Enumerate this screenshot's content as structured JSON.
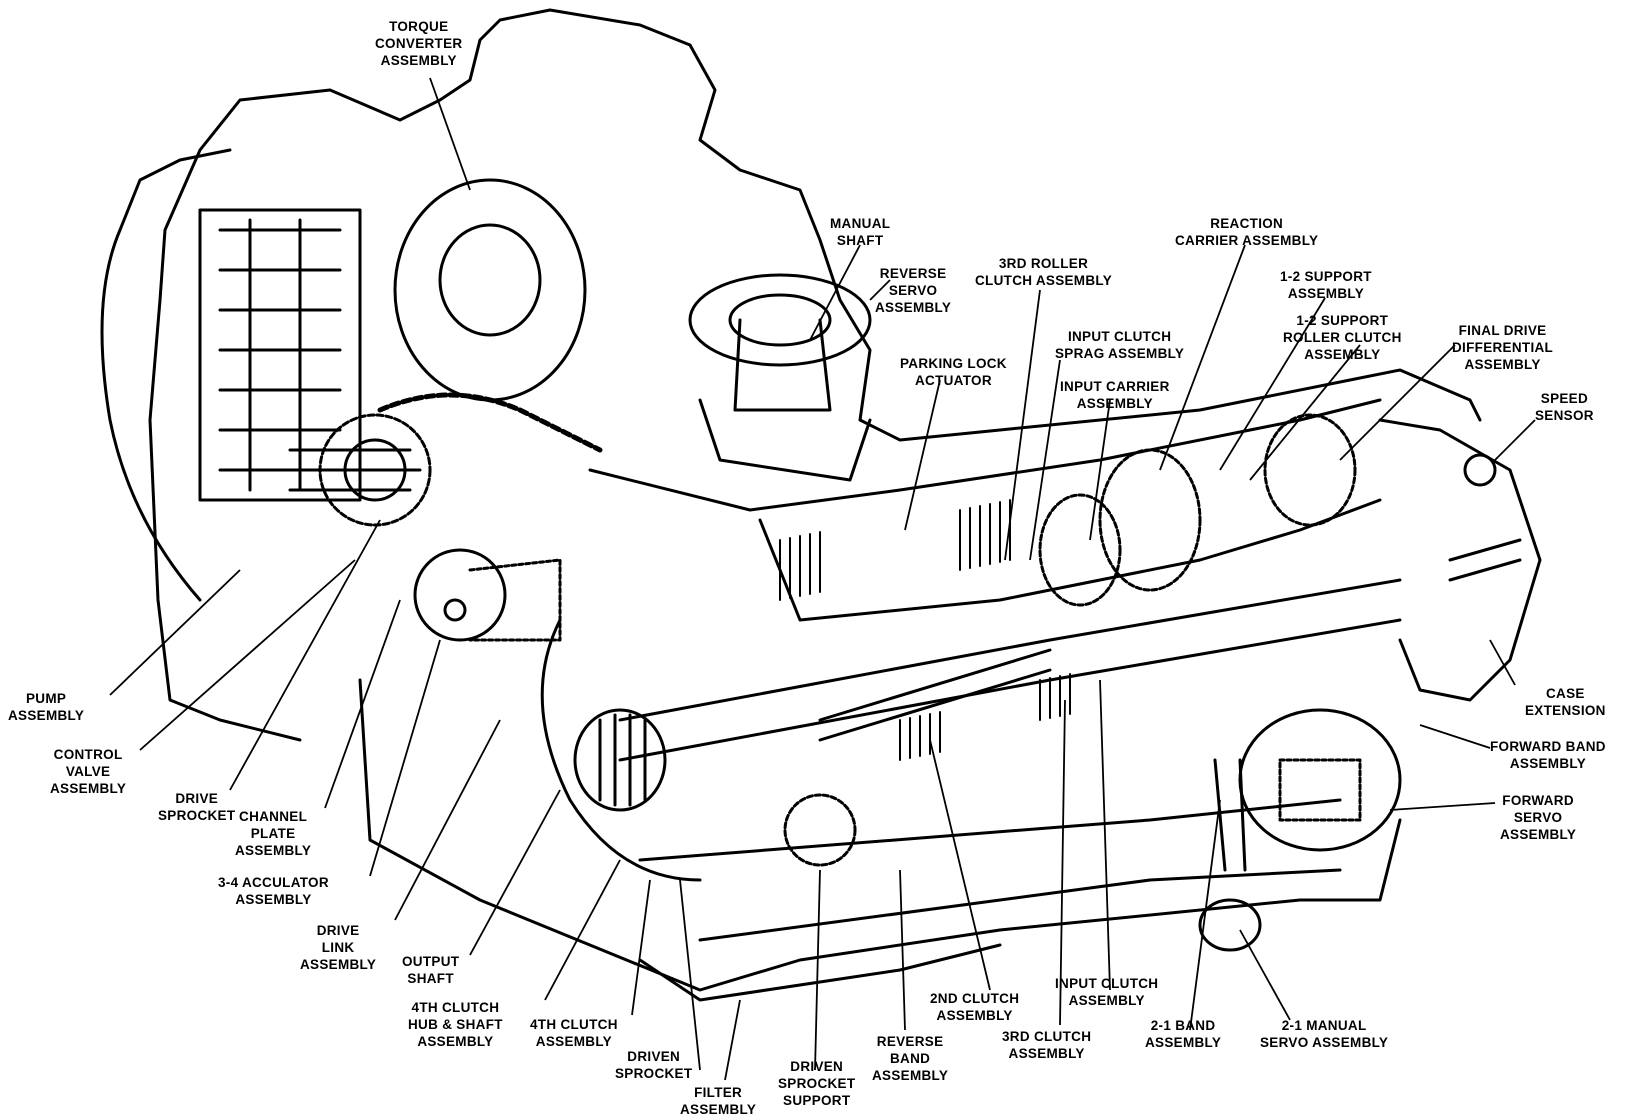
{
  "diagram": {
    "colors": {
      "ink": "#000000",
      "paper": "#ffffff"
    },
    "labels": {
      "torque_converter": [
        "TORQUE",
        "CONVERTER",
        "ASSEMBLY"
      ],
      "manual_shaft": [
        "MANUAL",
        "SHAFT"
      ],
      "reverse_servo": [
        "REVERSE",
        "SERVO",
        "ASSEMBLY"
      ],
      "third_roller_clutch": [
        "3RD ROLLER",
        "CLUTCH ASSEMBLY"
      ],
      "reaction_carrier": [
        "REACTION",
        "CARRIER ASSEMBLY"
      ],
      "one_two_support": [
        "1-2 SUPPORT",
        "ASSEMBLY"
      ],
      "one_two_support_roller_clutch": [
        "1-2 SUPPORT",
        "ROLLER CLUTCH",
        "ASSEMBLY"
      ],
      "final_drive": [
        "FINAL DRIVE",
        "DIFFERENTIAL",
        "ASSEMBLY"
      ],
      "speed_sensor": [
        "SPEED",
        "SENSOR"
      ],
      "parking_lock": [
        "PARKING LOCK",
        "ACTUATOR"
      ],
      "input_clutch_sprag": [
        "INPUT CLUTCH",
        "SPRAG ASSEMBLY"
      ],
      "input_carrier": [
        "INPUT CARRIER",
        "ASSEMBLY"
      ],
      "pump": [
        "PUMP",
        "ASSEMBLY"
      ],
      "control_valve": [
        "CONTROL",
        "VALVE",
        "ASSEMBLY"
      ],
      "drive_sprocket": [
        "DRIVE",
        "SPROCKET"
      ],
      "channel_plate": [
        "CHANNEL",
        "PLATE",
        "ASSEMBLY"
      ],
      "accumulator_34": [
        "3-4 ACCULATOR",
        "ASSEMBLY"
      ],
      "drive_link": [
        "DRIVE",
        "LINK",
        "ASSEMBLY"
      ],
      "output_shaft": [
        "OUTPUT",
        "SHAFT"
      ],
      "fourth_clutch_hub": [
        "4TH CLUTCH",
        "HUB & SHAFT",
        "ASSEMBLY"
      ],
      "fourth_clutch": [
        "4TH CLUTCH",
        "ASSEMBLY"
      ],
      "driven_sprocket": [
        "DRIVEN",
        "SPROCKET"
      ],
      "filter": [
        "FILTER",
        "ASSEMBLY"
      ],
      "driven_sprocket_support": [
        "DRIVEN",
        "SPROCKET",
        "SUPPORT"
      ],
      "reverse_band": [
        "REVERSE",
        "BAND",
        "ASSEMBLY"
      ],
      "second_clutch": [
        "2ND CLUTCH",
        "ASSEMBLY"
      ],
      "third_clutch": [
        "3RD CLUTCH",
        "ASSEMBLY"
      ],
      "input_clutch": [
        "INPUT CLUTCH",
        "ASSEMBLY"
      ],
      "band_21": [
        "2-1 BAND",
        "ASSEMBLY"
      ],
      "manual_servo_21": [
        "2-1 MANUAL",
        "SERVO ASSEMBLY"
      ],
      "case_extension": [
        "CASE",
        "EXTENSION"
      ],
      "forward_band": [
        "FORWARD BAND",
        "ASSEMBLY"
      ],
      "forward_servo": [
        "FORWARD",
        "SERVO",
        "ASSEMBLY"
      ]
    }
  }
}
